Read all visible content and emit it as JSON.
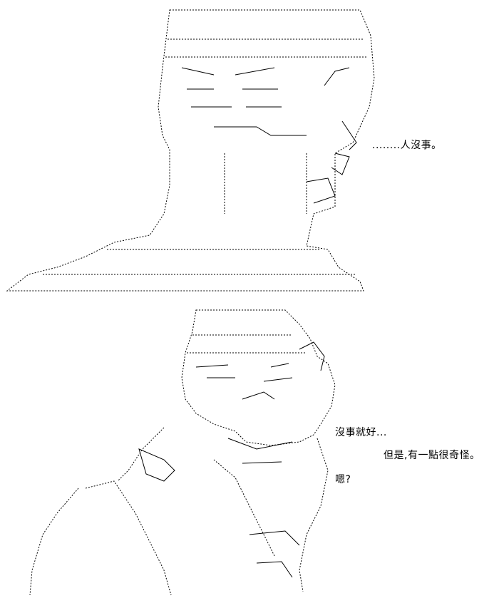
{
  "top_panel": {
    "dialogue": "........人沒事。"
  },
  "bottom_panel": {
    "dialogue_1": "沒事就好...",
    "dialogue_2": "但是,有一點很奇怪。",
    "dialogue_3": "嗯?"
  }
}
